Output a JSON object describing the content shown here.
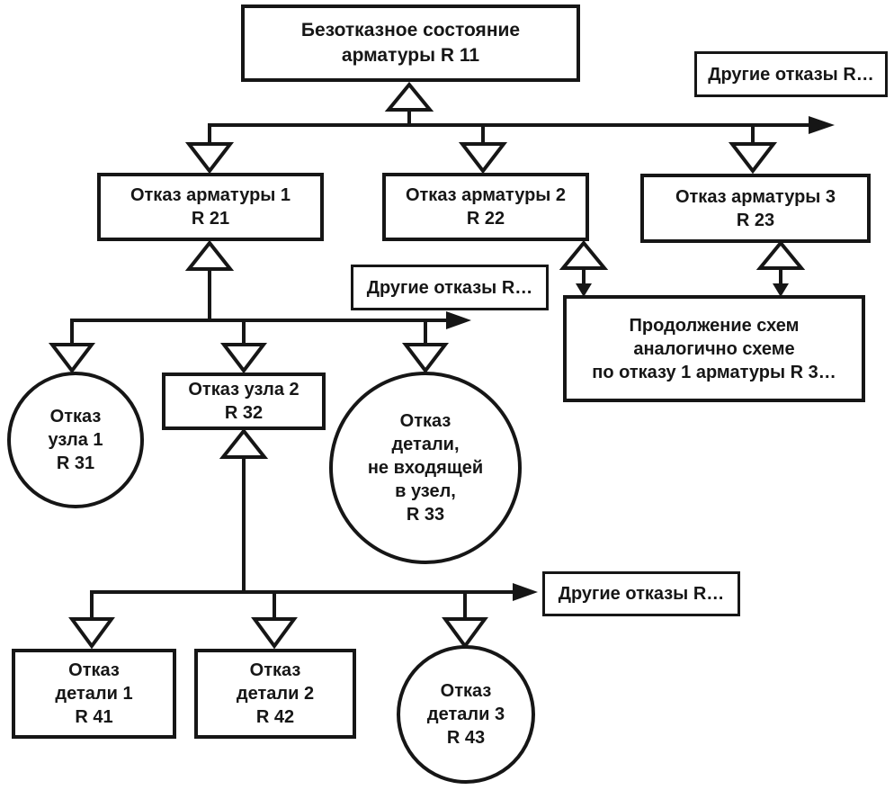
{
  "diagram": {
    "type": "fault-tree",
    "colors": {
      "line": "#161616",
      "background": "#ffffff"
    },
    "nodes": {
      "r11": {
        "label": "Безотказное состояние\nарматуры R 11"
      },
      "other_top": {
        "label": "Другие отказы R…"
      },
      "r21": {
        "label": "Отказ арматуры 1\nR 21"
      },
      "r22": {
        "label": "Отказ арматуры 2\nR 22"
      },
      "r23": {
        "label": "Отказ арматуры 3\nR 23"
      },
      "other_mid": {
        "label": "Другие отказы R…"
      },
      "continuation": {
        "label": "Продолжение схем\nаналогично схеме\nпо отказу 1 арматуры R 3…"
      },
      "r31": {
        "label": "Отказ\nузла 1\nR 31"
      },
      "r32": {
        "label": "Отказ узла 2\nR 32"
      },
      "r33": {
        "label": "Отказ\nдетали,\nне входящей\nв узел,\nR 33"
      },
      "other_bottom": {
        "label": "Другие отказы R…"
      },
      "r41": {
        "label": "Отказ\nдетали 1\nR 41"
      },
      "r42": {
        "label": "Отказ\nдетали 2\nR 42"
      },
      "r43": {
        "label": "Отказ\nдетали 3\nR 43"
      }
    }
  }
}
